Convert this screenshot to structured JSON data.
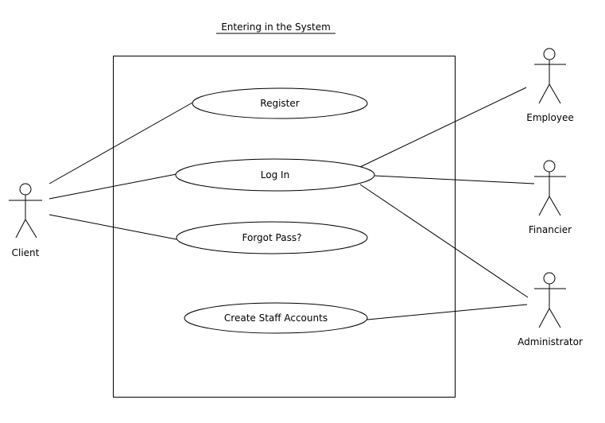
{
  "title": "Entering in the System",
  "use_cases": {
    "register": "Register",
    "login": "Log In",
    "forgot": "Forgot Pass?",
    "create_staff": "Create Staff Accounts"
  },
  "actors": {
    "client": "Client",
    "employee": "Employee",
    "financier": "Financier",
    "administrator": "Administrator"
  }
}
